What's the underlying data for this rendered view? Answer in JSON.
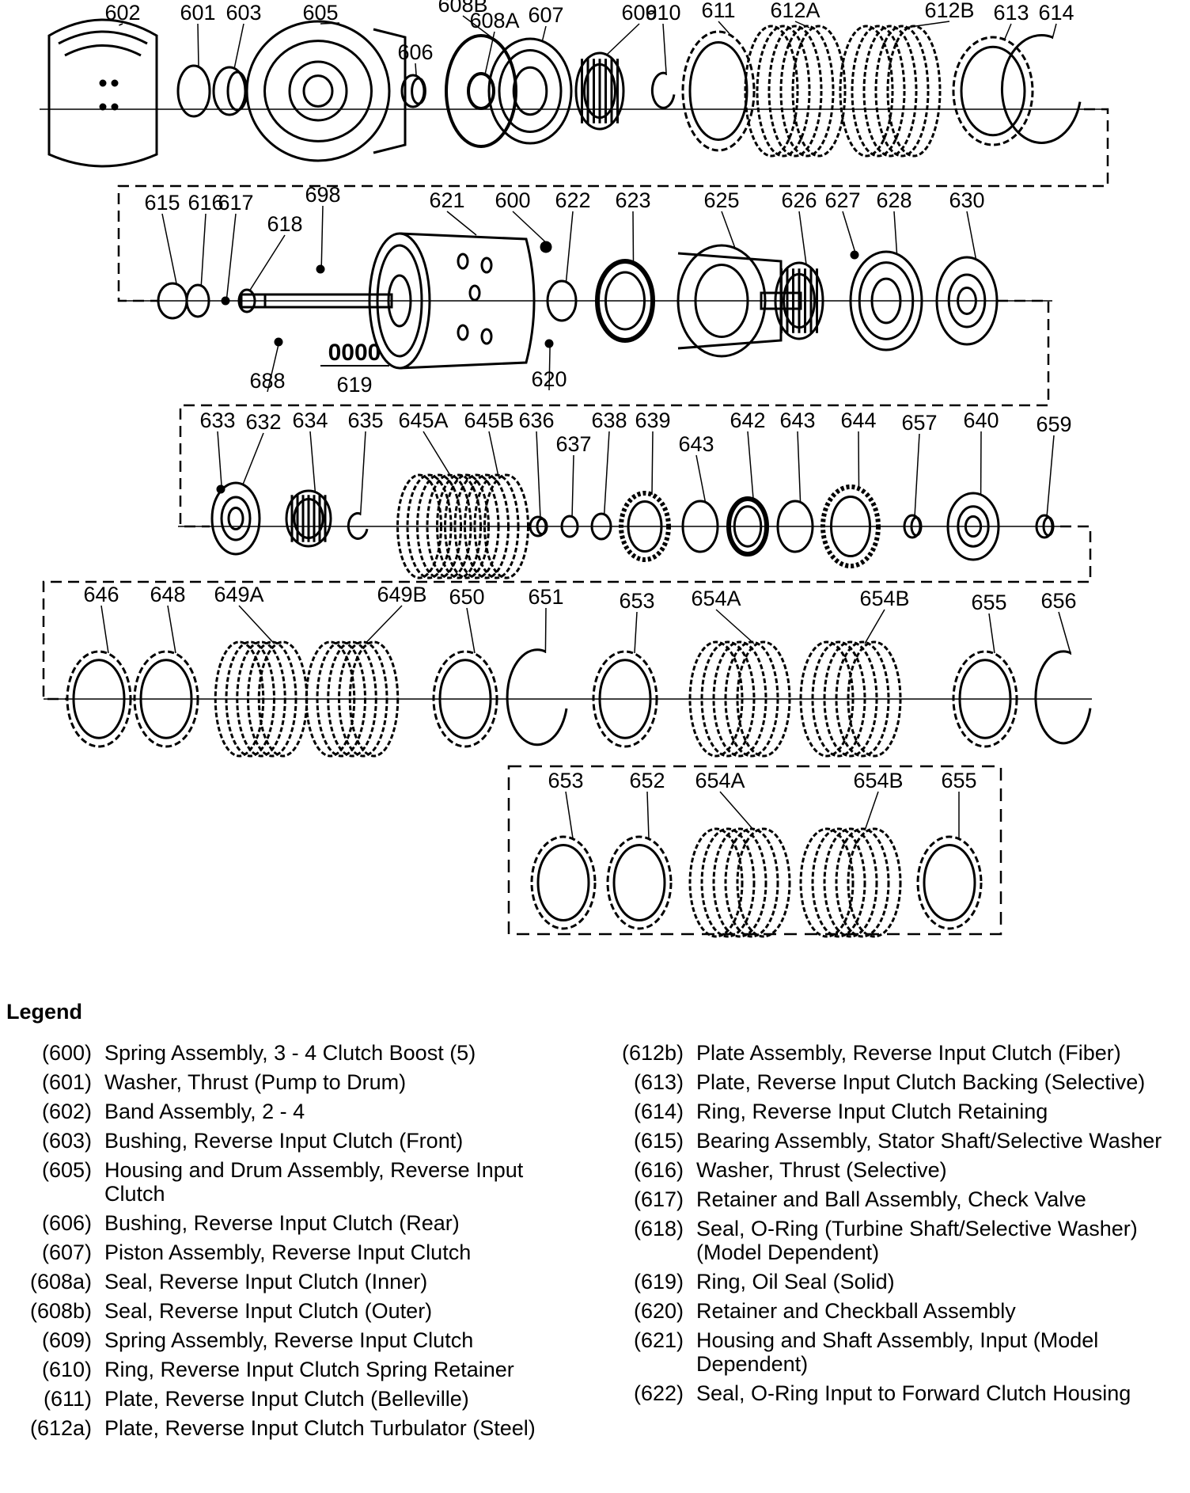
{
  "diagram": {
    "rows": [
      {
        "parts": [
          {
            "label": "602",
            "shape": "band"
          },
          {
            "label": "601",
            "shape": "ring"
          },
          {
            "label": "603",
            "shape": "bushing"
          },
          {
            "label": "605",
            "shape": "drum"
          },
          {
            "label": "606",
            "shape": "bushing"
          },
          {
            "label": "608B",
            "shape": "seal"
          },
          {
            "label": "608A",
            "shape": "seal"
          },
          {
            "label": "607",
            "shape": "piston"
          },
          {
            "label": "609",
            "shape": "spring"
          },
          {
            "label": "610",
            "shape": "snap"
          },
          {
            "label": "611",
            "shape": "plate"
          },
          {
            "label": "612A",
            "shape": "stack"
          },
          {
            "label": "612B",
            "shape": "stack"
          },
          {
            "label": "613",
            "shape": "plate"
          },
          {
            "label": "614",
            "shape": "snap"
          }
        ]
      },
      {
        "parts": [
          {
            "label": "615",
            "shape": "ring"
          },
          {
            "label": "616",
            "shape": "ring"
          },
          {
            "label": "617",
            "shape": "dot"
          },
          {
            "label": "618",
            "shape": "ring"
          },
          {
            "label": "698",
            "shape": "dot"
          },
          {
            "label": "688",
            "shape": "dot"
          },
          {
            "label": "621",
            "shape": "housing"
          },
          {
            "label": "600",
            "shape": "spring"
          },
          {
            "label": "619",
            "shape": "text"
          },
          {
            "label": "622",
            "shape": "ring"
          },
          {
            "label": "620",
            "shape": "dot"
          },
          {
            "label": "623",
            "shape": "bearing"
          },
          {
            "label": "625",
            "shape": "carrier"
          },
          {
            "label": "626",
            "shape": "spring"
          },
          {
            "label": "627",
            "shape": "dot"
          },
          {
            "label": "628",
            "shape": "piston"
          },
          {
            "label": "630",
            "shape": "hub"
          }
        ]
      },
      {
        "parts": [
          {
            "label": "633",
            "shape": "dot"
          },
          {
            "label": "632",
            "shape": "hub"
          },
          {
            "label": "634",
            "shape": "spring"
          },
          {
            "label": "635",
            "shape": "snap"
          },
          {
            "label": "645A",
            "shape": "stack"
          },
          {
            "label": "645B",
            "shape": "stack"
          },
          {
            "label": "636",
            "shape": "bushing"
          },
          {
            "label": "637",
            "shape": "ring"
          },
          {
            "label": "638",
            "shape": "ring"
          },
          {
            "label": "639",
            "shape": "gear"
          },
          {
            "label": "643",
            "shape": "ring"
          },
          {
            "label": "642",
            "shape": "bearing"
          },
          {
            "label": "643",
            "shape": "ring"
          },
          {
            "label": "644",
            "shape": "gear"
          },
          {
            "label": "657",
            "shape": "bushing"
          },
          {
            "label": "640",
            "shape": "hub"
          },
          {
            "label": "659",
            "shape": "bushing"
          }
        ]
      },
      {
        "parts": [
          {
            "label": "646",
            "shape": "plate"
          },
          {
            "label": "648",
            "shape": "plate"
          },
          {
            "label": "649A",
            "shape": "stack"
          },
          {
            "label": "649B",
            "shape": "stack"
          },
          {
            "label": "650",
            "shape": "plate"
          },
          {
            "label": "651",
            "shape": "snap"
          },
          {
            "label": "653",
            "shape": "plate"
          },
          {
            "label": "654A",
            "shape": "stack"
          },
          {
            "label": "654B",
            "shape": "stack"
          },
          {
            "label": "655",
            "shape": "plate"
          },
          {
            "label": "656",
            "shape": "snap"
          }
        ]
      },
      {
        "parts": [
          {
            "label": "653",
            "shape": "plate"
          },
          {
            "label": "652",
            "shape": "plate"
          },
          {
            "label": "654A",
            "shape": "stack"
          },
          {
            "label": "654B",
            "shape": "stack"
          },
          {
            "label": "655",
            "shape": "plate"
          }
        ]
      }
    ],
    "ring_text": "0000"
  },
  "legend": {
    "title": "Legend",
    "left": [
      {
        "code": "(600)",
        "desc": "Spring Assembly, 3 - 4 Clutch Boost (5)"
      },
      {
        "code": "(601)",
        "desc": "Washer, Thrust (Pump to Drum)"
      },
      {
        "code": "(602)",
        "desc": "Band Assembly, 2 - 4"
      },
      {
        "code": "(603)",
        "desc": "Bushing, Reverse Input Clutch (Front)"
      },
      {
        "code": "(605)",
        "desc": "Housing and Drum Assembly, Reverse Input Clutch"
      },
      {
        "code": "(606)",
        "desc": "Bushing, Reverse Input Clutch (Rear)"
      },
      {
        "code": "(607)",
        "desc": "Piston Assembly, Reverse Input Clutch"
      },
      {
        "code": "(608a)",
        "desc": "Seal, Reverse Input Clutch (Inner)"
      },
      {
        "code": "(608b)",
        "desc": "Seal, Reverse Input Clutch (Outer)"
      },
      {
        "code": "(609)",
        "desc": "Spring Assembly, Reverse Input Clutch"
      },
      {
        "code": "(610)",
        "desc": "Ring, Reverse Input Clutch Spring Retainer"
      },
      {
        "code": "(611)",
        "desc": "Plate, Reverse Input Clutch (Belleville)"
      },
      {
        "code": "(612a)",
        "desc": "Plate, Reverse Input Clutch Turbulator (Steel)"
      }
    ],
    "right": [
      {
        "code": "(612b)",
        "desc": "Plate Assembly, Reverse Input Clutch (Fiber)"
      },
      {
        "code": "(613)",
        "desc": "Plate, Reverse Input Clutch Backing (Selective)"
      },
      {
        "code": "(614)",
        "desc": "Ring, Reverse Input Clutch Retaining"
      },
      {
        "code": "(615)",
        "desc": "Bearing Assembly, Stator Shaft/Selective Washer"
      },
      {
        "code": "(616)",
        "desc": "Washer, Thrust (Selective)"
      },
      {
        "code": "(617)",
        "desc": "Retainer and Ball Assembly, Check Valve"
      },
      {
        "code": "(618)",
        "desc": "Seal, O-Ring (Turbine Shaft/Selective Washer) (Model Dependent)"
      },
      {
        "code": "(619)",
        "desc": "Ring, Oil Seal (Solid)"
      },
      {
        "code": "(620)",
        "desc": "Retainer and Checkball Assembly"
      },
      {
        "code": "(621)",
        "desc": "Housing and Shaft Assembly, Input (Model Dependent)"
      },
      {
        "code": "(622)",
        "desc": "Seal, O-Ring Input to Forward Clutch Housing"
      }
    ]
  }
}
